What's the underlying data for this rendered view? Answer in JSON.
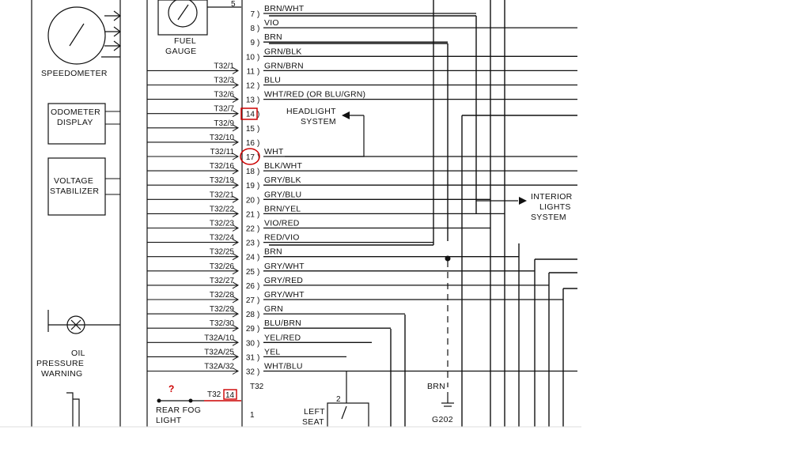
{
  "components": {
    "speedometer": "SPEEDOMETER",
    "odometer_line1": "ODOMETER",
    "odometer_line2": "DISPLAY",
    "voltage_line1": "VOLTAGE",
    "voltage_line2": "STABILIZER",
    "fuel_line1": "FUEL",
    "fuel_line2": "GAUGE",
    "oil_line1": "OIL",
    "oil_line2": "PRESSURE",
    "oil_line3": "WARNING",
    "rear_fog_line1": "REAR FOG",
    "rear_fog_line2": "LIGHT",
    "left_seat_line1": "LEFT",
    "left_seat_line2": "SEAT",
    "headlight_line1": "HEADLIGHT",
    "headlight_line2": "SYSTEM",
    "interior_line1": "INTERIOR",
    "interior_line2": "LIGHTS",
    "interior_line3": "SYSTEM",
    "ground_wire": "BRN",
    "ground_label": "G202"
  },
  "fuel_pin": "5",
  "seat_pin": "2",
  "bottom_pin": "1",
  "connector_name": "T32",
  "rear_fog_connector": "T32",
  "rear_fog_pin": "14",
  "question_mark": "?",
  "pins": [
    {
      "n": "7",
      "conn": "",
      "color": "BRN/WHT"
    },
    {
      "n": "8",
      "conn": "",
      "color": "VIO"
    },
    {
      "n": "9",
      "conn": "",
      "color": "BRN"
    },
    {
      "n": "10",
      "conn": "",
      "color": "GRN/BLK"
    },
    {
      "n": "11",
      "conn": "T32/1",
      "color": "GRN/BRN"
    },
    {
      "n": "12",
      "conn": "T32/3",
      "color": "BLU"
    },
    {
      "n": "13",
      "conn": "T32/6",
      "color": "WHT/RED (OR BLU/GRN)"
    },
    {
      "n": "14",
      "conn": "T32/7",
      "color": ""
    },
    {
      "n": "15",
      "conn": "T32/9",
      "color": ""
    },
    {
      "n": "16",
      "conn": "T32/10",
      "color": ""
    },
    {
      "n": "17",
      "conn": "T32/11",
      "color": "WHT"
    },
    {
      "n": "18",
      "conn": "T32/16",
      "color": "BLK/WHT"
    },
    {
      "n": "19",
      "conn": "T32/19",
      "color": "GRY/BLK"
    },
    {
      "n": "20",
      "conn": "T32/21",
      "color": "GRY/BLU"
    },
    {
      "n": "21",
      "conn": "T32/22",
      "color": "BRN/YEL"
    },
    {
      "n": "22",
      "conn": "T32/23",
      "color": "VIO/RED"
    },
    {
      "n": "23",
      "conn": "T32/24",
      "color": "RED/VIO"
    },
    {
      "n": "24",
      "conn": "T32/25",
      "color": "BRN"
    },
    {
      "n": "25",
      "conn": "T32/26",
      "color": "GRY/WHT"
    },
    {
      "n": "26",
      "conn": "T32/27",
      "color": "GRY/RED"
    },
    {
      "n": "27",
      "conn": "T32/28",
      "color": "GRY/WHT"
    },
    {
      "n": "28",
      "conn": "T32/29",
      "color": "GRN"
    },
    {
      "n": "29",
      "conn": "T32/30",
      "color": "BLU/BRN"
    },
    {
      "n": "30",
      "conn": "T32A/10",
      "color": "YEL/RED"
    },
    {
      "n": "31",
      "conn": "T32A/25",
      "color": "YEL"
    },
    {
      "n": "32",
      "conn": "T32A/32",
      "color": "WHT/BLU"
    }
  ],
  "highlight_color": "#cc0000",
  "line_color": "#111111"
}
